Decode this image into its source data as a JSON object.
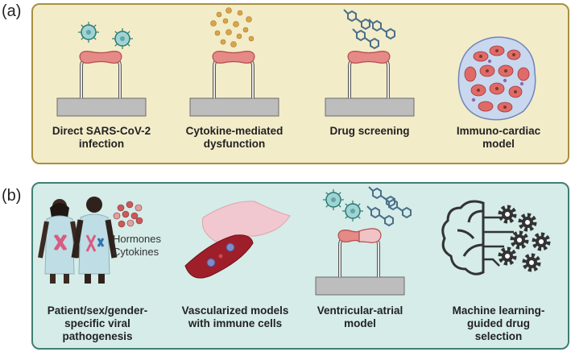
{
  "panel_a": {
    "label": "(a)",
    "items": [
      {
        "line1": "Direct SARS-CoV-2",
        "line2": "infection"
      },
      {
        "line1": "Cytokine-mediated",
        "line2": "dysfunction"
      },
      {
        "line1": "Drug screening",
        "line2": ""
      },
      {
        "line1": "Immuno-cardiac",
        "line2": "model"
      }
    ]
  },
  "panel_b": {
    "label": "(b)",
    "hormones": "Hormones",
    "cytokines": "Cytokines",
    "items": [
      {
        "line1": "Patient/sex/gender-",
        "line2": "specific viral",
        "line3": "pathogenesis"
      },
      {
        "line1": "Vascularized models",
        "line2": "with immune cells",
        "line3": ""
      },
      {
        "line1": "Ventricular-atrial",
        "line2": "model",
        "line3": ""
      },
      {
        "line1": "Machine learning-",
        "line2": "guided drug",
        "line3": "selection"
      }
    ]
  },
  "colors": {
    "panel_a_bg": "#f3ecc9",
    "panel_a_border": "#a88f43",
    "panel_b_bg": "#d5ece8",
    "panel_b_border": "#3f7f72",
    "tissue": "#e58a86",
    "base": "#b9b9b9"
  }
}
